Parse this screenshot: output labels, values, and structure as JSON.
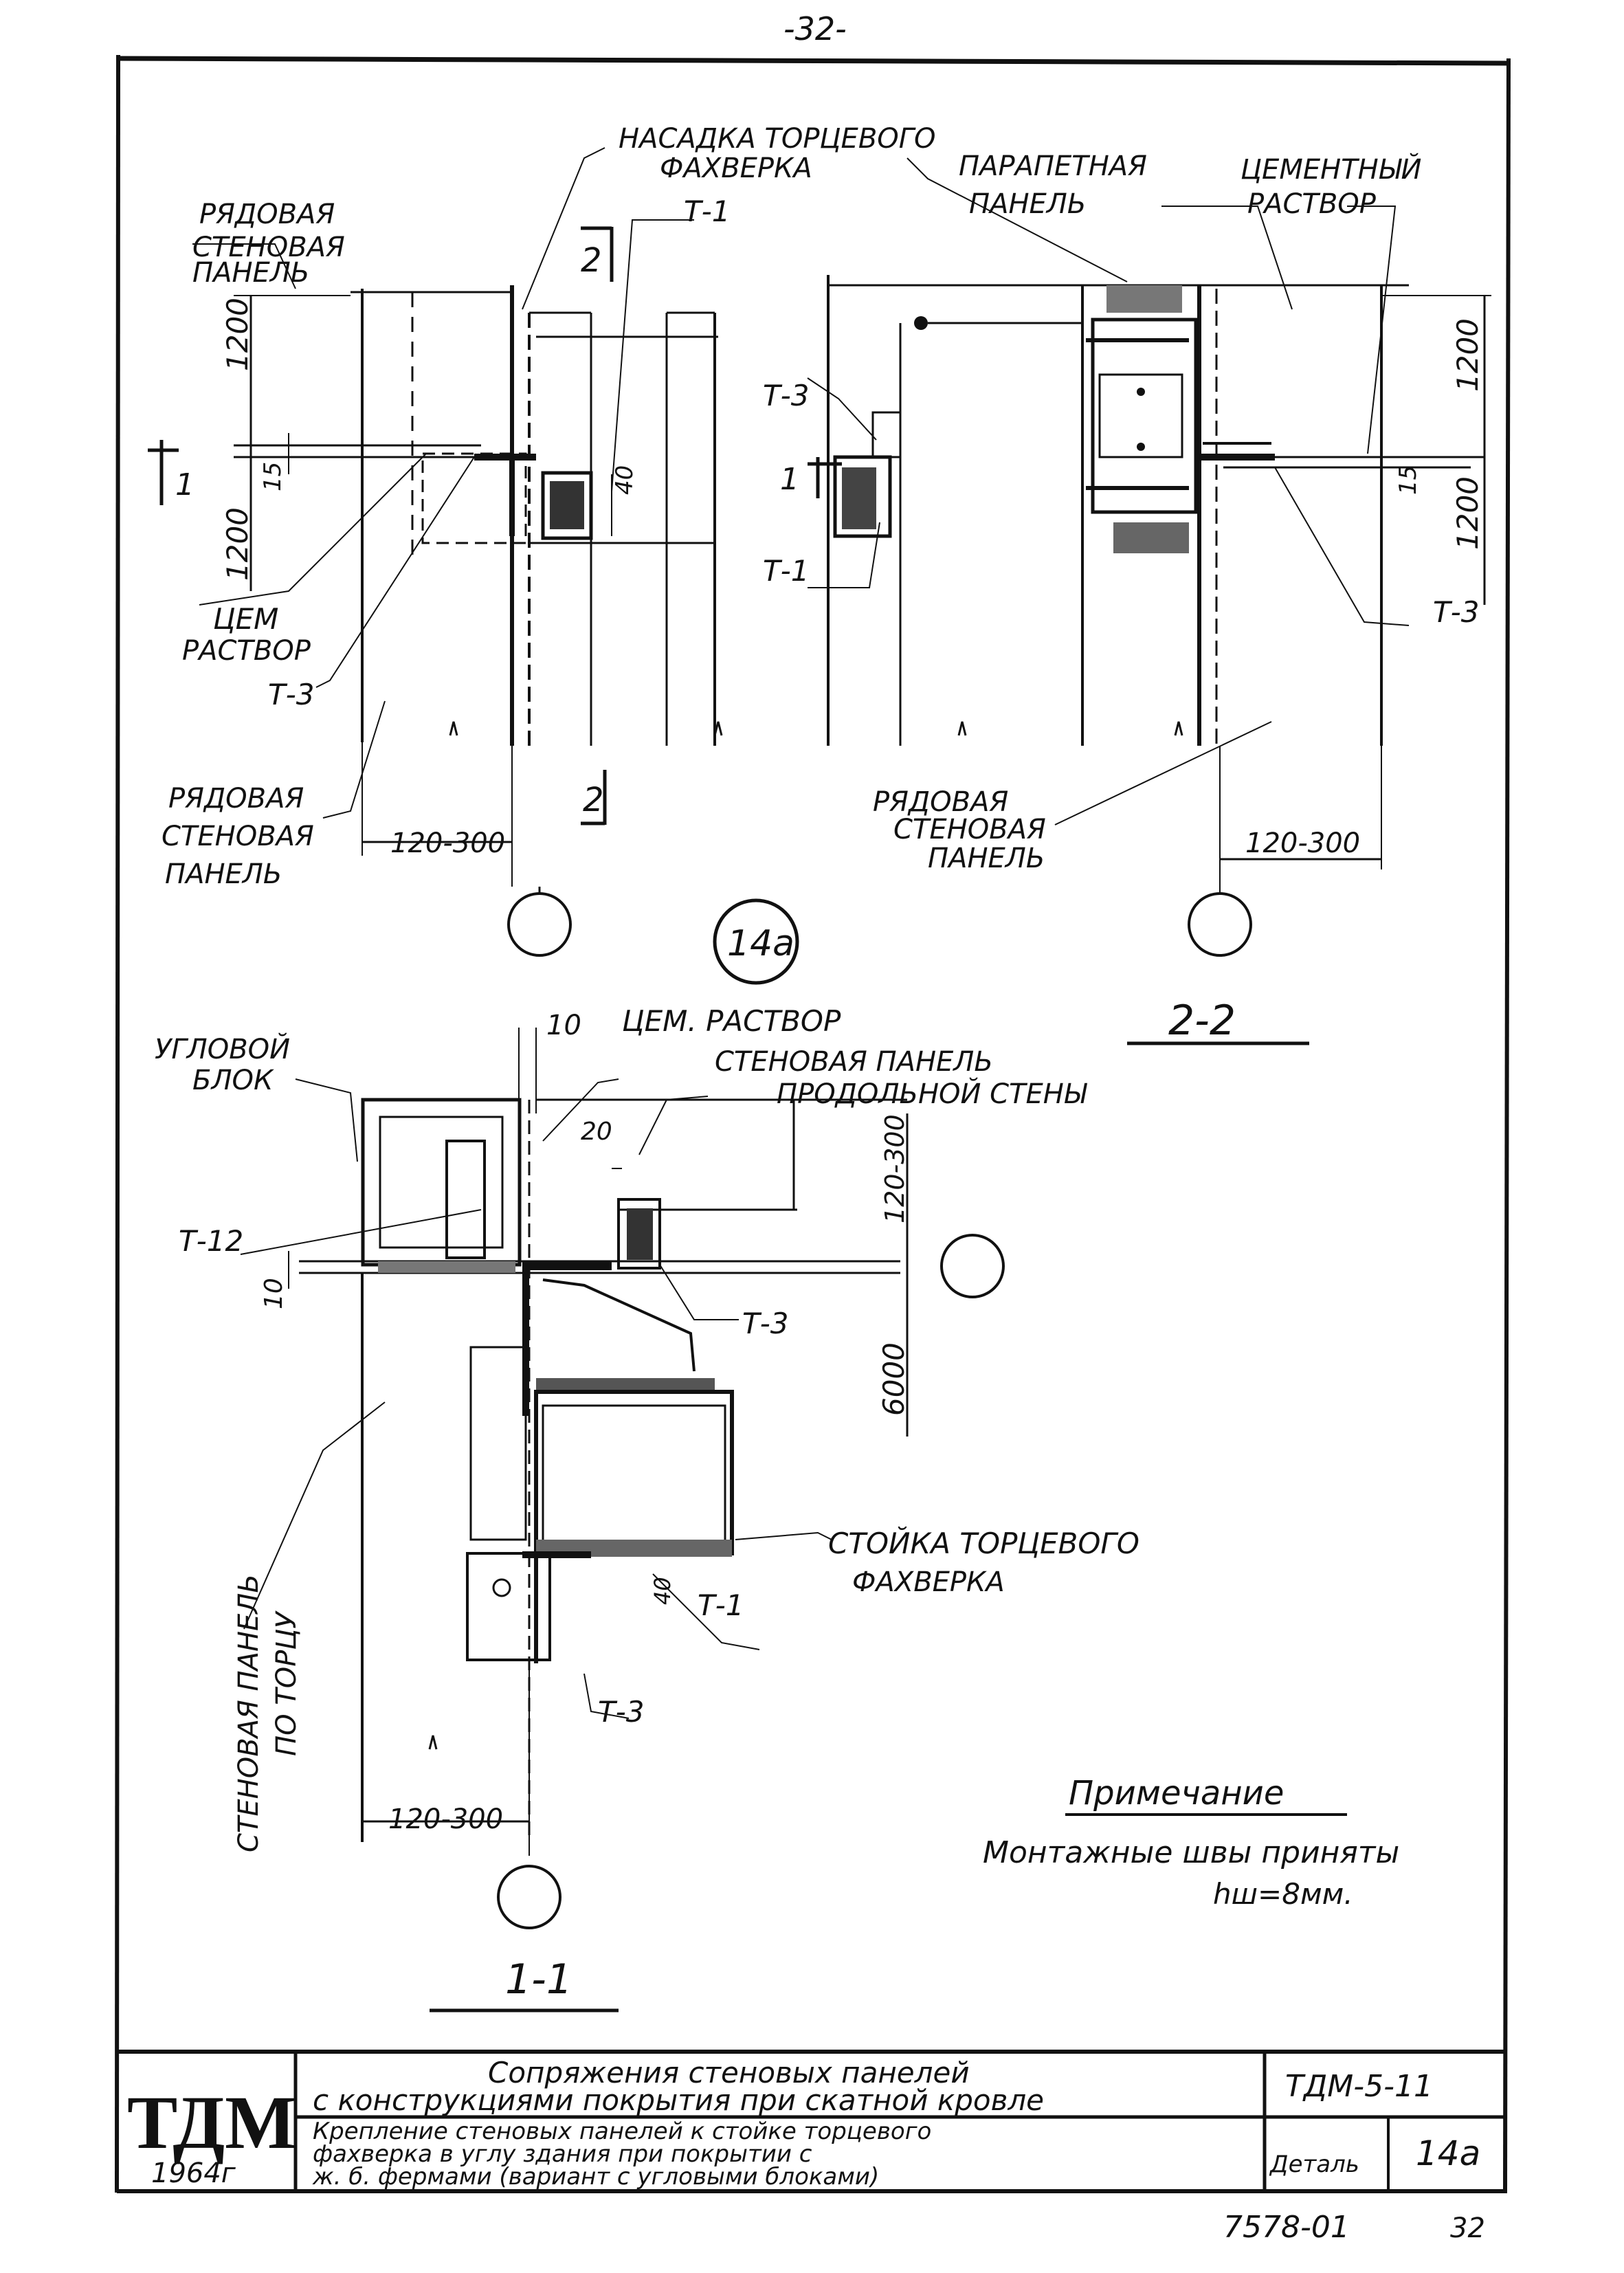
{
  "page_number": "-32-",
  "labels": {
    "nasadka": "НАСАДКА ТОРЦЕВОГО",
    "nasadka2": "ФАХВЕРКА",
    "ryadovaya_top_1": "РЯДОВАЯ",
    "ryadovaya_top_2": "СТЕНОВАЯ",
    "ryadovaya_top_3": "ПАНЕЛЬ",
    "parapet_1": "ПАРАПЕТНАЯ",
    "parapet_2": "ПАНЕЛЬ",
    "cement_1": "ЦЕМЕНТНЫЙ",
    "cement_2": "РАСТВОР",
    "t1_a": "Т-1",
    "t1_b": "Т-1",
    "t3_a": "Т-3",
    "t3_b": "Т-3",
    "t3_c": "Т-3",
    "cem_1": "ЦЕМ",
    "cem_2": "РАСТВОР",
    "ryad_bot_l1": "РЯДОВАЯ",
    "ryad_bot_l2": "СТЕНОВАЯ",
    "ryad_bot_l3": "ПАНЕЛЬ",
    "ryad_bot_r1": "РЯДОВАЯ",
    "ryad_bot_r2": "СТЕНОВАЯ",
    "ryad_bot_r3": "ПАНЕЛЬ",
    "dim_1200_a": "1200",
    "dim_1200_b": "1200",
    "dim_1200_c": "1200",
    "dim_1200_d": "1200",
    "dim_15_a": "15",
    "dim_15_b": "15",
    "dim_40": "40",
    "dim_120_300_a": "120-300",
    "dim_120_300_b": "120-300",
    "section_2_top": "2",
    "section_2_bot": "2",
    "section_1_l": "1",
    "section_1_r": "1",
    "circle_label": "14а",
    "view_2_2": "2-2",
    "uglovoy_1": "УГЛОВОЙ",
    "uglovoy_2": "БЛОК",
    "dim_10_top": "10",
    "cem_rastvor": "ЦЕМ. РАСТВОР",
    "sten_pan_1": "СТЕНОВАЯ ПАНЕЛЬ",
    "sten_pan_2": "ПРОДОЛЬНОЙ СТЕНЫ",
    "dim_20": "20",
    "dim_120_300_v": "120-300",
    "t12": "Т-12",
    "dim_10_left": "10",
    "t3_d": "Т-3",
    "dim_6000": "6000",
    "stoyka_1": "СТОЙКА ТОРЦЕВОГО",
    "stoyka_2": "ФАХВЕРКА",
    "t1_c": "Т-1",
    "t3_e": "Т-3",
    "sten_torec_1": "СТЕНОВАЯ ПАНЕЛЬ",
    "sten_torec_2": "ПО ТОРЦУ",
    "dim_120_300_c": "120-300",
    "dim_40_b": "40",
    "view_1_1": "1-1",
    "note_title": "Примечание",
    "note_text": "Монтажные швы приняты",
    "note_formula": "hш=8мм."
  },
  "title_block": {
    "logo": "ТДМ",
    "year": "1964г",
    "title_line1": "Сопряжения стеновых панелей",
    "title_line2": "с конструкциями покрытия при скатной кровле",
    "code": "ТДМ-5-11",
    "subtitle_line1": "Крепление стеновых панелей к стойке торцевого",
    "subtitle_line2": "фахверка в углу здания при покрытии с",
    "subtitle_line3": "ж. б. фермами (вариант с угловыми блоками)",
    "detail_label": "Деталь",
    "detail_value": "14а"
  },
  "footer_number": "7578-01",
  "footer_page": "32"
}
